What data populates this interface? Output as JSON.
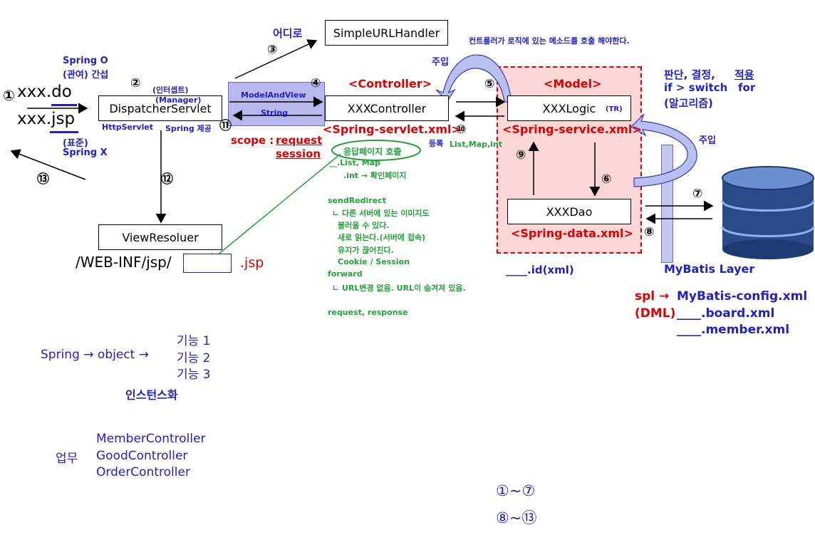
{
  "boxes": {
    "simple_url_handler": "SimpleURLHandler",
    "dispatcher_servlet": "DispatcherServlet",
    "xxx_controller": "XXXController",
    "xxx_logic": "XXXLogic",
    "xxx_dao": "XXXDao",
    "view_resolver": "ViewResoluer"
  },
  "labels": {
    "where": "어디로",
    "inject_top": "주입",
    "controller_call_note": "컨트롤러가 로직에 있는 메소드를 호출 해야한다.",
    "inject_right": "주입",
    "judgement_line1": "판단, 결정,",
    "judgement_apply": "적용",
    "judgement_line2": "if > switch",
    "judgement_for": "for",
    "judgement_line3": "(알고리즘)",
    "spring_o": "Spring O",
    "intervene": "(관여) 간섭",
    "xxx_do": "xxx.do",
    "xxx_jsp": "xxx.jsp",
    "standard": "(표준)",
    "spring_x": "Spring X",
    "interceptor": "(인터셉트)",
    "manager": "(Manager)",
    "http_servlet": "HttpServlet",
    "spring_provided": "Spring 제공",
    "model_and_view": "ModelAndView",
    "string": "String",
    "controller_tag": "<Controller>",
    "model_tag": "<Model>",
    "tr": "(TR)",
    "spring_servlet_xml": "<Spring-servlet.xml>",
    "spring_service_xml": "<Spring-service.xml>",
    "spring_data_xml": "<Spring-data.xml>",
    "scope": "scope :",
    "request": "request",
    "session": "session",
    "response_page_call": "응답페이지 호출",
    "register": "등록",
    "list_map_int": "List,Map,int",
    "list_map": "__.List, Map",
    "int_confirm": ".int → 확인페이지",
    "send_redirect": "sendRedirect",
    "sr_line1": "ㄴ 다른 서버에 있는 이미지도",
    "sr_line2": "불러올 수 있다.",
    "sr_line3": "새로 읽는다.(서버에 접속)",
    "sr_line4": "유지가 끊어진다.",
    "sr_line5": "Cookie / Session",
    "forward": "forward",
    "fw_line1": "ㄴ URL변경 없음. URL이 숨겨져 있음.",
    "req_resp": "request, response",
    "web_inf": "/WEB-INF/jsp/",
    "jsp_ext": ".jsp",
    "id_xml": "____.id(xml)",
    "mybatis_layer": "MyBatis Layer",
    "spl": "spl →",
    "mybatis_config": "MyBatis-config.xml",
    "dml": "(DML)",
    "board_xml": "____.board.xml",
    "member_xml": "____.member.xml",
    "spring_object": "Spring → object →",
    "feature1": "기능 1",
    "feature2": "기능 2",
    "feature3": "기능 3",
    "instantiate": "인스턴스화",
    "work": "업무",
    "member_controller": "MemberController",
    "good_controller": "GoodController",
    "order_controller": "OrderController",
    "range1": "①~⑦",
    "range2": "⑧~⑬"
  },
  "steps": {
    "s1": "①",
    "s2": "②",
    "s3": "③",
    "s4": "④",
    "s5": "⑤",
    "s6": "⑥",
    "s7": "⑦",
    "s8": "⑧",
    "s9": "⑨",
    "s10": "⑩",
    "s11": "⑪",
    "s12": "⑫",
    "s13": "⑬"
  },
  "colors": {
    "blue_text": "#1f1fd0",
    "red_text": "#e00000",
    "green_text": "#22a33a",
    "model_area_fill": "#fbd7d7",
    "model_area_border": "#e00000",
    "model_and_view_fill": "#b8b8ee",
    "database": "#2a4a8a"
  }
}
